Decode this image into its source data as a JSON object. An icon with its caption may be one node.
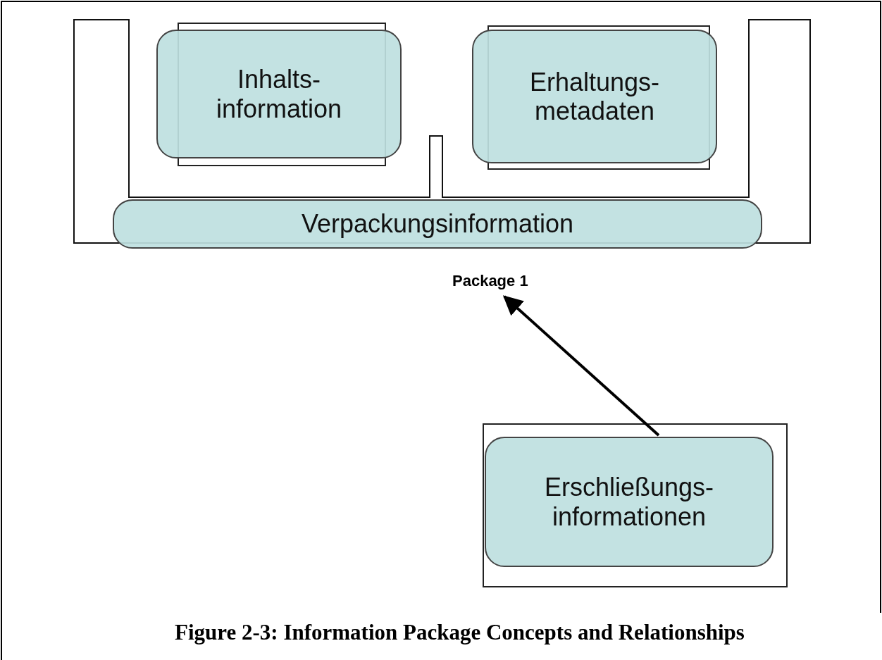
{
  "diagram": {
    "caption": "Figure 2-3:  Information Package Concepts and Relationships",
    "nodes": [
      {
        "text": [],
        "shape": "box",
        "beside": [
          "Package 1"
        ]
      },
      {
        "text": [
          "Inhalts- information"
        ],
        "in": 0
      },
      {
        "text": [
          "Erhaltungs- metadaten"
        ],
        "in": 0
      },
      {
        "text": [
          "Verpackungsinformation"
        ],
        "in": 0
      },
      {
        "text": [
          "Erschließungs- informationen"
        ]
      }
    ],
    "edges": [
      {
        "from": 4,
        "to": 0,
        "arrow": "to"
      }
    ]
  }
}
